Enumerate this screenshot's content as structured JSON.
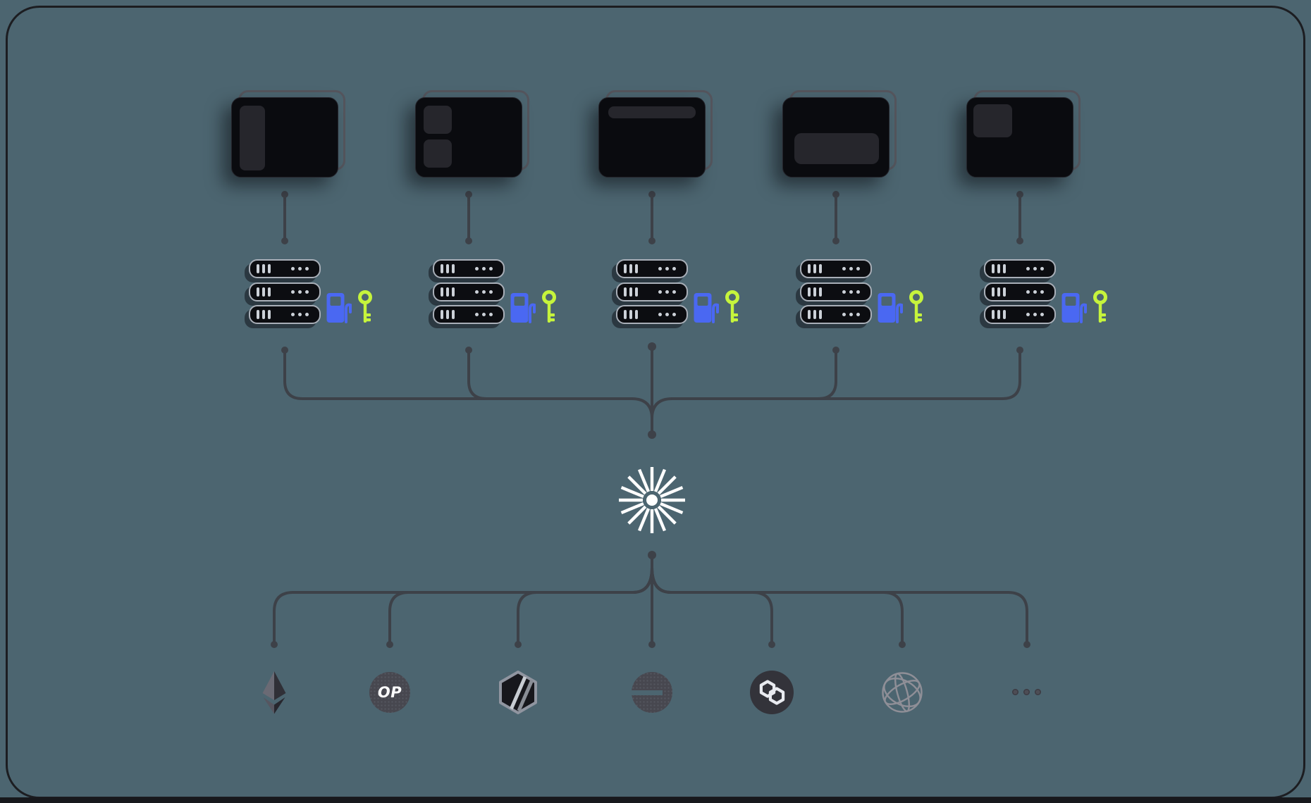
{
  "colors": {
    "bg": "#4c6570",
    "frame": "#1c1d21",
    "bottom_bar": "#17181c",
    "connector": "#3d4148",
    "card_fill": "#0a0b0f",
    "card_inner": "#26262c",
    "card_outline": "#54555d",
    "server_fill": "#0c0d11",
    "server_border": "#a9afb8",
    "server_detail": "#ccd1d8",
    "gas_pump": "#4a68f2",
    "key": "#c6f43c",
    "spark": "#ffffff",
    "chain_circle": "#47474f",
    "polygon_circle": "#33333a",
    "eth_light": "#6a6a74",
    "eth_dark": "#303037",
    "eth_mid": "#565660",
    "eth_deep": "#27272e",
    "arbitrum_border": "#9095a0",
    "arbitrum_fill": "#17171c",
    "stripe_light": "#c8ccd2",
    "stripe_mid": "#8a8e96",
    "globe_stroke": "#8f8f97",
    "ellipsis_dot": "#4d4d55",
    "glyph_white": "#e9ebf0"
  },
  "apps": [
    {
      "id": "app-window-1",
      "icon": "window-sidebar-icon"
    },
    {
      "id": "app-window-2",
      "icon": "window-nav-blocks-icon"
    },
    {
      "id": "app-window-3",
      "icon": "window-topbar-icon"
    },
    {
      "id": "app-window-4",
      "icon": "window-content-card-icon"
    },
    {
      "id": "app-window-5",
      "icon": "window-panel-icon"
    }
  ],
  "node_groups": [
    {
      "id": "node-stack-1",
      "server_units": 3,
      "icons": [
        "gas-pump-icon",
        "key-icon"
      ]
    },
    {
      "id": "node-stack-2",
      "server_units": 3,
      "icons": [
        "gas-pump-icon",
        "key-icon"
      ]
    },
    {
      "id": "node-stack-3",
      "server_units": 3,
      "icons": [
        "gas-pump-icon",
        "key-icon"
      ]
    },
    {
      "id": "node-stack-4",
      "server_units": 3,
      "icons": [
        "gas-pump-icon",
        "key-icon"
      ]
    },
    {
      "id": "node-stack-5",
      "server_units": 3,
      "icons": [
        "gas-pump-icon",
        "key-icon"
      ]
    }
  ],
  "hub": {
    "icon": "spark-icon"
  },
  "chains": [
    {
      "id": "ethereum",
      "icon": "ethereum-logo",
      "label": ""
    },
    {
      "id": "optimism",
      "icon": "optimism-logo",
      "label": "OP"
    },
    {
      "id": "arbitrum",
      "icon": "arbitrum-logo",
      "label": ""
    },
    {
      "id": "base",
      "icon": "base-logo",
      "label": ""
    },
    {
      "id": "polygon",
      "icon": "polygon-logo",
      "label": ""
    },
    {
      "id": "network",
      "icon": "globe-wireframe-icon",
      "label": ""
    },
    {
      "id": "more",
      "icon": "ellipsis-icon",
      "label": ""
    }
  ]
}
